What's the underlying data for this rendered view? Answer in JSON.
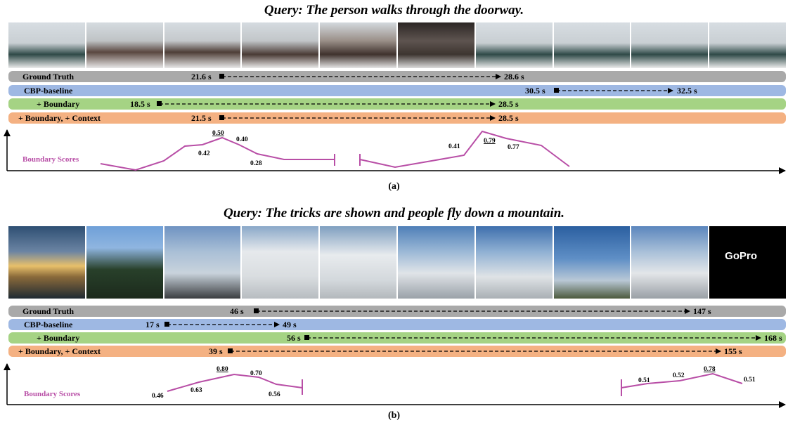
{
  "panel_a": {
    "query": "Query: The person walks through the doorway.",
    "caption": "(a)",
    "boundary_label": "Boundary Scores",
    "rows": [
      {
        "label": "Ground Truth",
        "start": "21.6 s",
        "end": "28.6 s",
        "color": "#a9a9a9"
      },
      {
        "label": "CBP-baseline",
        "start": "30.5 s",
        "end": "32.5 s",
        "color": "#9eb8e3"
      },
      {
        "label": "+ Boundary",
        "start": "18.5 s",
        "end": "28.5 s",
        "color": "#a5d384"
      },
      {
        "label": "+ Boundary, + Context",
        "start": "21.5 s",
        "end": "28.5 s",
        "color": "#f4b182"
      }
    ],
    "scores_left": [
      "0.42",
      "0.50",
      "0.40",
      "0.28"
    ],
    "scores_right": [
      "0.41",
      "0.79",
      "0.77"
    ]
  },
  "panel_b": {
    "query": "Query: The tricks are shown and people fly down a mountain.",
    "caption": "(b)",
    "boundary_label": "Boundary Scores",
    "logo_text": "GoPro",
    "rows": [
      {
        "label": "Ground Truth",
        "start": "46 s",
        "end": "147 s",
        "color": "#a9a9a9"
      },
      {
        "label": "CBP-baseline",
        "start": "17 s",
        "end": "49 s",
        "color": "#9eb8e3"
      },
      {
        "label": "+ Boundary",
        "start": "56 s",
        "end": "168 s",
        "color": "#a5d384"
      },
      {
        "label": "+ Boundary, + Context",
        "start": "39 s",
        "end": "155 s",
        "color": "#f4b182"
      }
    ],
    "scores_left": [
      "0.46",
      "0.63",
      "0.80",
      "0.70",
      "0.56"
    ],
    "scores_right": [
      "0.51",
      "0.52",
      "0.78",
      "0.51"
    ]
  },
  "colors": {
    "arrow": "#000000",
    "score_line": "#b84ea6",
    "score_label": "#b84ea6"
  }
}
